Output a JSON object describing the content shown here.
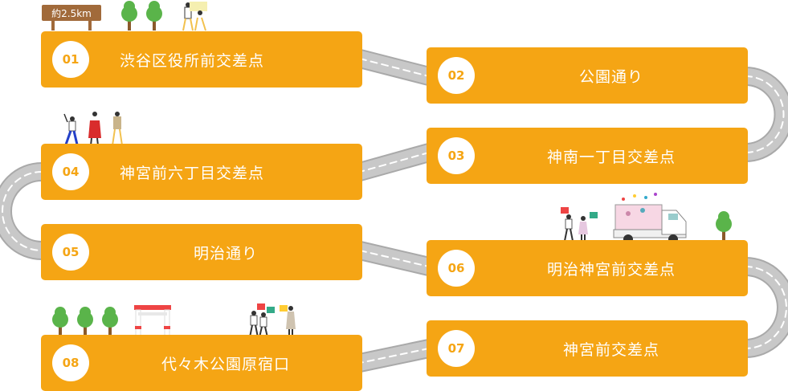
{
  "distance_label": "約2.5km",
  "steps": [
    {
      "num": "01",
      "name": "渋谷区役所前交差点"
    },
    {
      "num": "02",
      "name": "公園通り"
    },
    {
      "num": "03",
      "name": "神南一丁目交差点"
    },
    {
      "num": "04",
      "name": "神宮前六丁目交差点"
    },
    {
      "num": "05",
      "name": "明治通り"
    },
    {
      "num": "06",
      "name": "明治神宮前交差点"
    },
    {
      "num": "07",
      "name": "神宮前交差点"
    },
    {
      "num": "08",
      "name": "代々木公園原宿口"
    }
  ],
  "colors": {
    "accent": "#f5a514",
    "road": "#c8c8c8",
    "road_edge": "#a9a9a9",
    "tree": "#5ab44a",
    "trunk": "#8b5a2b",
    "sign": "#a16a3a"
  }
}
